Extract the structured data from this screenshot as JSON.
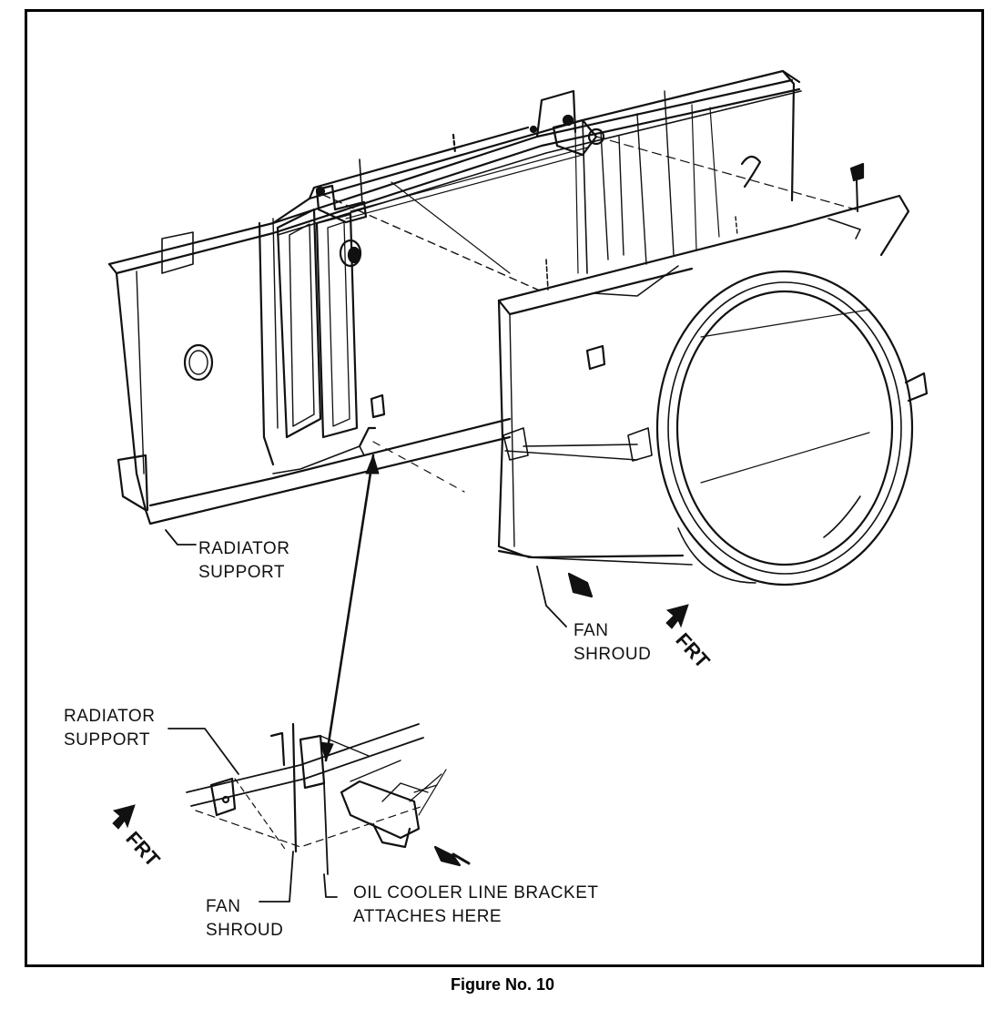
{
  "figure": {
    "caption": "Figure No. 10"
  },
  "labels": {
    "radiator_support_top_line1": "RADIATOR",
    "radiator_support_top_line2": "SUPPORT",
    "fan_shroud_top_line1": "FAN",
    "fan_shroud_top_line2": "SHROUD",
    "frt_top": "FRT",
    "radiator_support_bottom_line1": "RADIATOR",
    "radiator_support_bottom_line2": "SUPPORT",
    "frt_bottom": "FRT",
    "fan_shroud_bottom_line1": "FAN",
    "fan_shroud_bottom_line2": "SHROUD",
    "oil_cooler_line1": "OIL COOLER LINE BRACKET",
    "oil_cooler_line2": "ATTACHES HERE"
  },
  "colors": {
    "ink": "#111111",
    "paper": "#ffffff",
    "shade": "#dddddd"
  }
}
